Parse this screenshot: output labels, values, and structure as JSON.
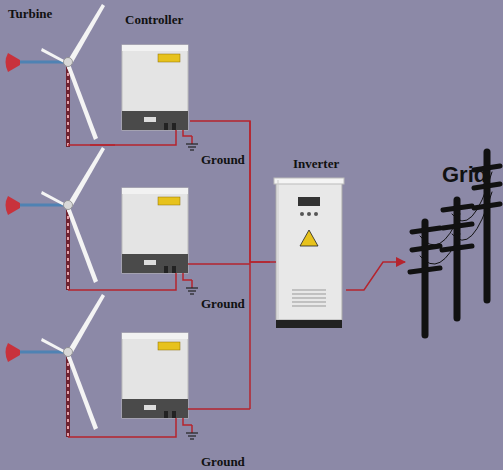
{
  "diagram": {
    "nodes": [
      {
        "text": [
          "Turbine"
        ]
      },
      {
        "text": [
          "Controller"
        ]
      },
      {
        "text": [
          "Inverter"
        ]
      },
      {
        "text": [
          "Grid"
        ]
      }
    ],
    "edges": [
      {
        "from": 0,
        "to": 1,
        "arrow": "none"
      },
      {
        "from": 1,
        "to": 2,
        "arrow": "none"
      },
      {
        "from": 2,
        "to": 3,
        "arrow": "to"
      }
    ],
    "labels": [
      "Ground",
      "Ground",
      "Ground"
    ]
  }
}
